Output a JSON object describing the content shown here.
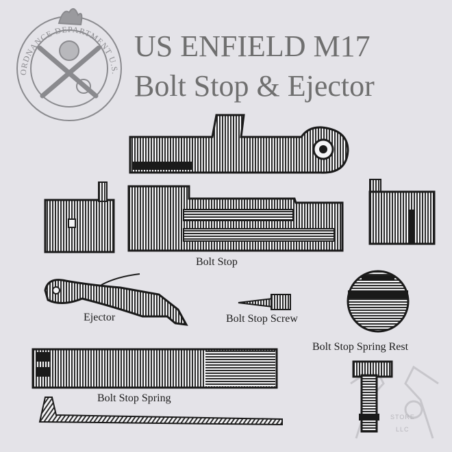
{
  "header": {
    "title_line1": "US ENFIELD M17",
    "title_line2": "Bolt Stop & Ejector"
  },
  "emblem": {
    "text": "ORDNANCE DEPARTMENT U.S."
  },
  "parts": {
    "bolt_stop": "Bolt Stop",
    "ejector": "Ejector",
    "bolt_stop_screw": "Bolt Stop Screw",
    "bolt_stop_spring_rest": "Bolt Stop Spring Rest",
    "bolt_stop_spring": "Bolt Stop Spring"
  },
  "watermark": {
    "line1": "STORE",
    "line2": "LLC"
  },
  "colors": {
    "background": "#e4e3e8",
    "ink": "#1c1c1c",
    "title": "#6f6f6f",
    "emblem": "#8a8a8e"
  }
}
